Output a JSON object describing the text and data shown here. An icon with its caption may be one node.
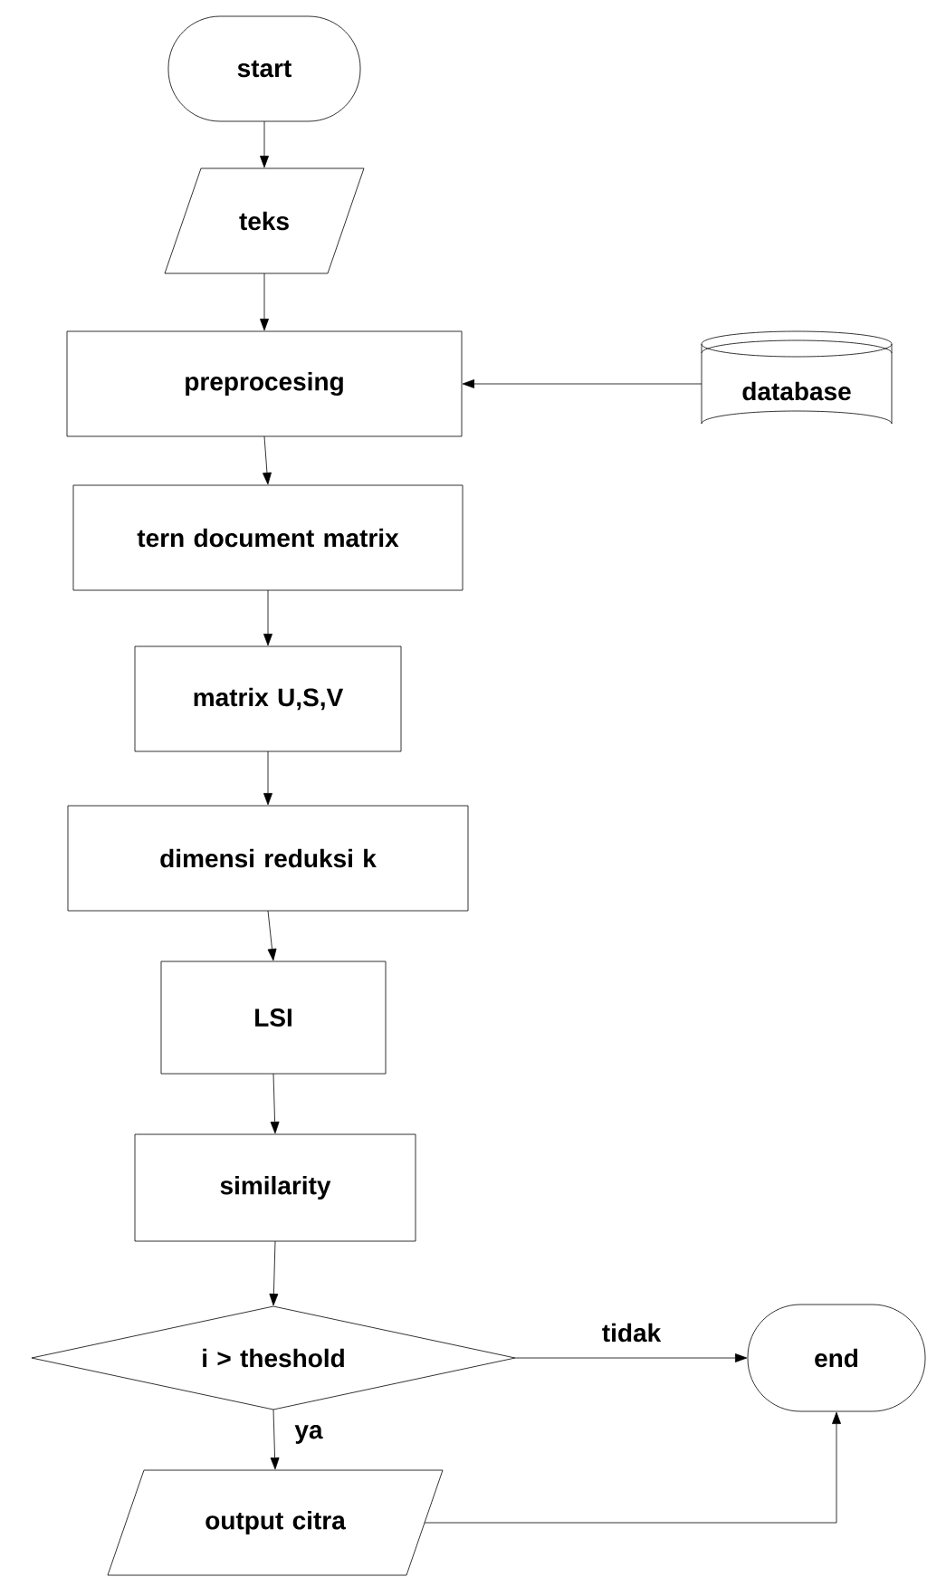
{
  "diagram": {
    "nodes": [
      {
        "text": [
          "start"
        ]
      },
      {
        "text": [
          "teks"
        ]
      },
      {
        "text": [
          "preprocesing"
        ]
      },
      {
        "text": [
          "database"
        ]
      },
      {
        "text": [
          "tern document matrix"
        ]
      },
      {
        "text": [
          "matrix U,S,V"
        ]
      },
      {
        "text": [
          "dimensi reduksi k"
        ]
      },
      {
        "text": [
          "LSI"
        ]
      },
      {
        "text": [
          "similarity"
        ]
      },
      {
        "text": [
          "i > theshold"
        ]
      },
      {
        "text": [
          "end"
        ]
      },
      {
        "text": [
          "output citra"
        ]
      }
    ],
    "edges": [
      {
        "from": 0,
        "to": 1,
        "arrow": "to"
      },
      {
        "from": 1,
        "to": 2,
        "arrow": "to"
      },
      {
        "from": 3,
        "to": 2,
        "arrow": "to"
      },
      {
        "from": 2,
        "to": 4,
        "arrow": "to"
      },
      {
        "from": 4,
        "to": 5,
        "arrow": "to"
      },
      {
        "from": 5,
        "to": 6,
        "arrow": "to"
      },
      {
        "from": 6,
        "to": 7,
        "arrow": "to"
      },
      {
        "from": 7,
        "to": 8,
        "arrow": "to"
      },
      {
        "from": 8,
        "to": 9,
        "arrow": "to"
      },
      {
        "from": 9,
        "to": 10,
        "label": "tidak",
        "arrow": "to"
      },
      {
        "from": 9,
        "to": 11,
        "label": "ya",
        "arrow": "to"
      },
      {
        "from": 11,
        "to": 10,
        "arrow": "to"
      }
    ]
  }
}
